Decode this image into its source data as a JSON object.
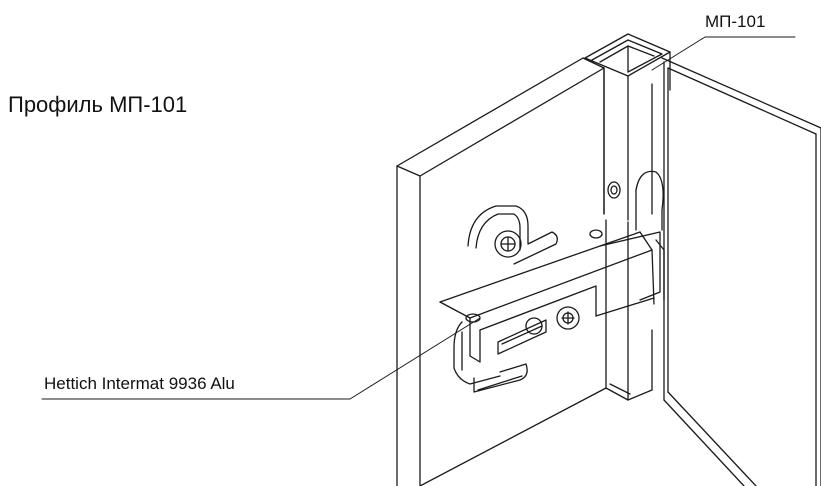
{
  "title": "Профиль МП-101",
  "callouts": {
    "profile": "МП-101",
    "hinge": "Hettich Intermat 9936 Alu"
  },
  "colors": {
    "line": "#1a1a1a",
    "background": "#ffffff"
  }
}
